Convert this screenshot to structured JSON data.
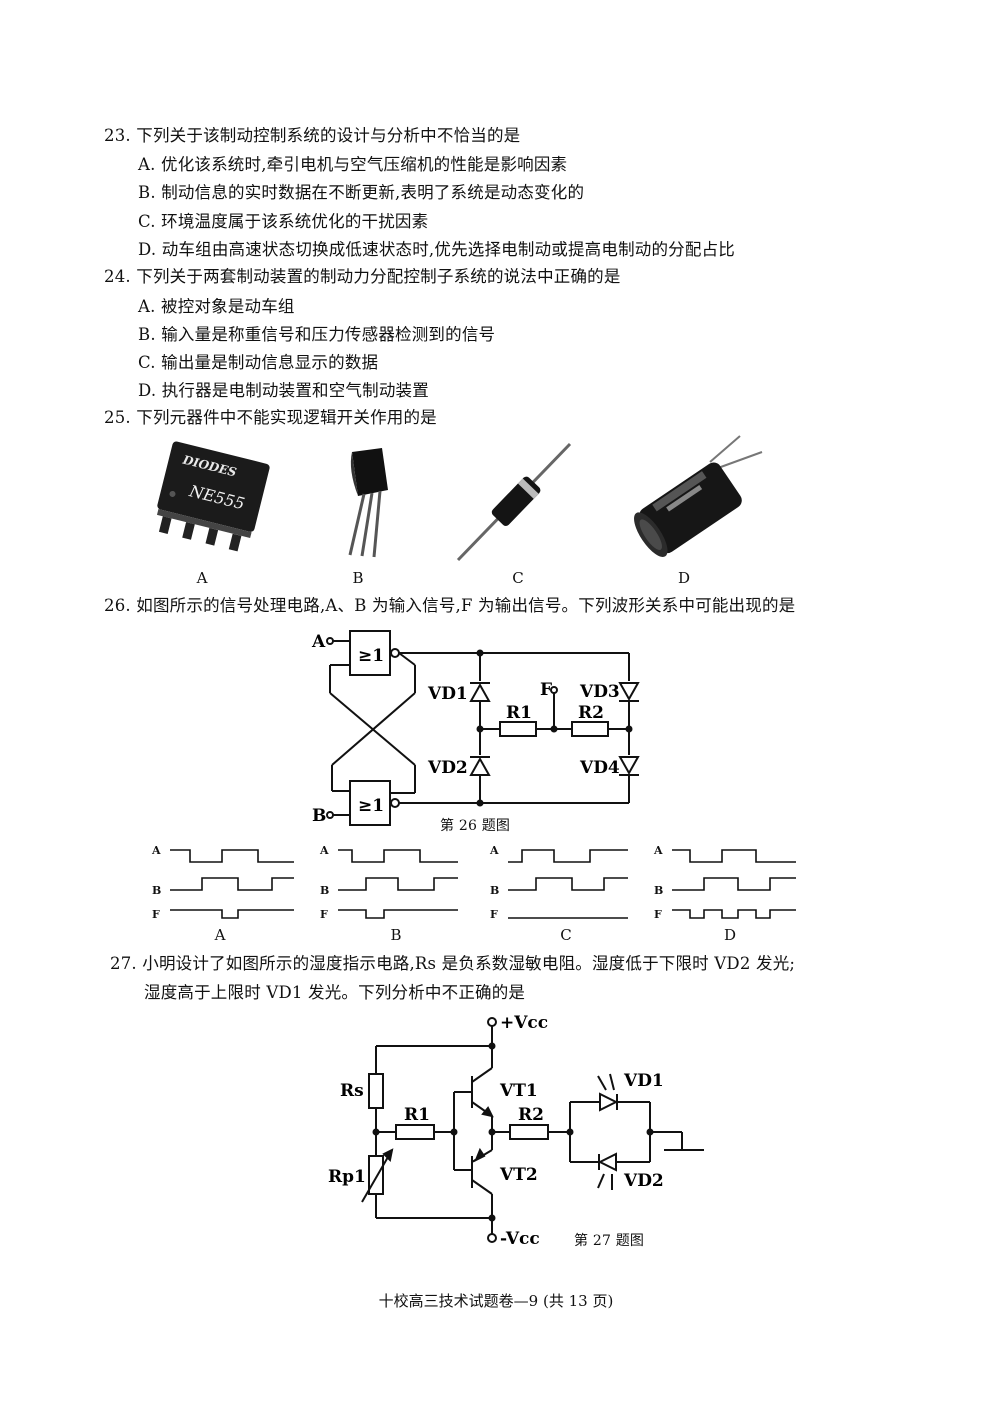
{
  "q23": {
    "stem": "23. 下列关于该制动控制系统的设计与分析中不恰当的是",
    "options": [
      "A. 优化该系统时,牵引电机与空气压缩机的性能是影响因素",
      "B. 制动信息的实时数据在不断更新,表明了系统是动态变化的",
      "C. 环境温度属于该系统优化的干扰因素",
      "D. 动车组由高速状态切换成低速状态时,优先选择电制动或提高电制动的分配占比"
    ]
  },
  "q24": {
    "stem": "24. 下列关于两套制动装置的制动力分配控制子系统的说法中正确的是",
    "options": [
      "A. 被控对象是动车组",
      "B. 输入量是称重信号和压力传感器检测到的信号",
      "C. 输出量是制动信息显示的数据",
      "D. 执行器是电制动装置和空气制动装置"
    ]
  },
  "q25": {
    "stem": "25. 下列元器件中不能实现逻辑开关作用的是",
    "chip_brand": "DIODES",
    "chip_name": "NE555",
    "labels": [
      "A",
      "B",
      "C",
      "D"
    ]
  },
  "q26": {
    "stem": "26. 如图所示的信号处理电路,A、B 为输入信号,F 为输出信号。下列波形关系中可能出现的是",
    "figure_caption": "第 26 题图",
    "circuit_labels": {
      "in_a": "A",
      "in_b": "B",
      "gate_top": "≥1",
      "gate_bottom": "≥1",
      "vd1": "VD1",
      "vd2": "VD2",
      "vd3": "VD3",
      "vd4": "VD4",
      "r1": "R1",
      "r2": "R2",
      "out_f": "F"
    },
    "wave_signals": [
      "A",
      "B",
      "F"
    ],
    "wave_labels": [
      "A",
      "B",
      "C",
      "D"
    ]
  },
  "q27": {
    "stem_line1": "27. 小明设计了如图所示的湿度指示电路,Rs 是负系数湿敏电阻。湿度低于下限时 VD2 发光;",
    "stem_line2": "湿度高于上限时 VD1 发光。下列分析中不正确的是",
    "figure_caption": "第 27 题图",
    "circuit_labels": {
      "vcc_pos": "+Vcc",
      "vcc_neg": "-Vcc",
      "rs": "Rs",
      "rp1": "Rp1",
      "r1": "R1",
      "r2": "R2",
      "vt1": "VT1",
      "vt2": "VT2",
      "vd1": "VD1",
      "vd2": "VD2"
    }
  },
  "footer": "十校高三技术试题卷—9 (共 13 页)"
}
